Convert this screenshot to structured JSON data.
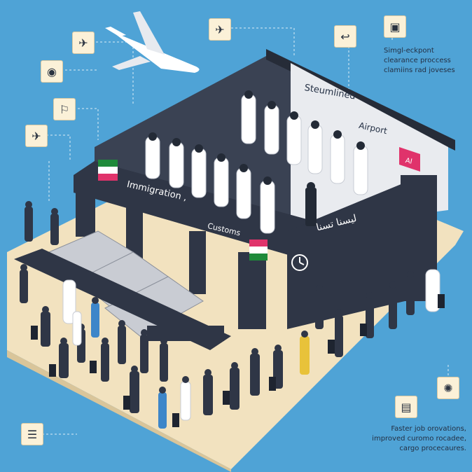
{
  "illustration": {
    "header_text": [
      "Simgl-eckpont",
      "clearance proccess",
      "clamiins rad joveses"
    ],
    "footer_text": [
      "Faster job orovations,",
      "improved curomo rocadee,",
      "cargo procecaures."
    ],
    "building_labels": {
      "streamlined": "Steumlined",
      "airport": "Airport",
      "immigration": "Immigration",
      "separator": ",",
      "customs": "Customs",
      "ai_sign": "AI",
      "arabic_sign": "ليسنا تسنا"
    },
    "icons": [
      {
        "name": "airplane-takeoff-icon",
        "glyph": "✈"
      },
      {
        "name": "plane-side-icon",
        "glyph": "✈"
      },
      {
        "name": "curved-arrow-icon",
        "glyph": "↩"
      },
      {
        "name": "passport-stamp-icon",
        "glyph": "▣"
      },
      {
        "name": "camera-icon",
        "glyph": "◉"
      },
      {
        "name": "luggage-tags-icon",
        "glyph": "⚐"
      },
      {
        "name": "plane-down-icon",
        "glyph": "✈"
      },
      {
        "name": "gear-badge-icon",
        "glyph": "✺"
      },
      {
        "name": "document-box-icon",
        "glyph": "▤"
      },
      {
        "name": "receipt-icon",
        "glyph": "☰"
      }
    ],
    "colors": {
      "sky": "#4fa3d6",
      "floor": "#f2e2bf",
      "wall": "#2f3646",
      "accent_pink": "#e0336b",
      "flag_green": "#1f8a3a"
    }
  }
}
